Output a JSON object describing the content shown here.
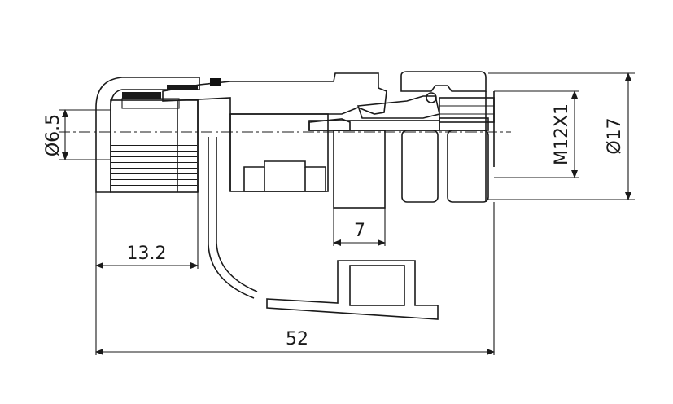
{
  "dimensions": {
    "cable_diameter": "Ø6.5",
    "nut_length": "13.2",
    "ring_length": "7",
    "thread": "M12X1",
    "outer_diameter": "Ø17",
    "overall_length": "52"
  },
  "colors": {
    "line": "#1a1a1a",
    "background": "#ffffff",
    "seal": "#111111"
  }
}
